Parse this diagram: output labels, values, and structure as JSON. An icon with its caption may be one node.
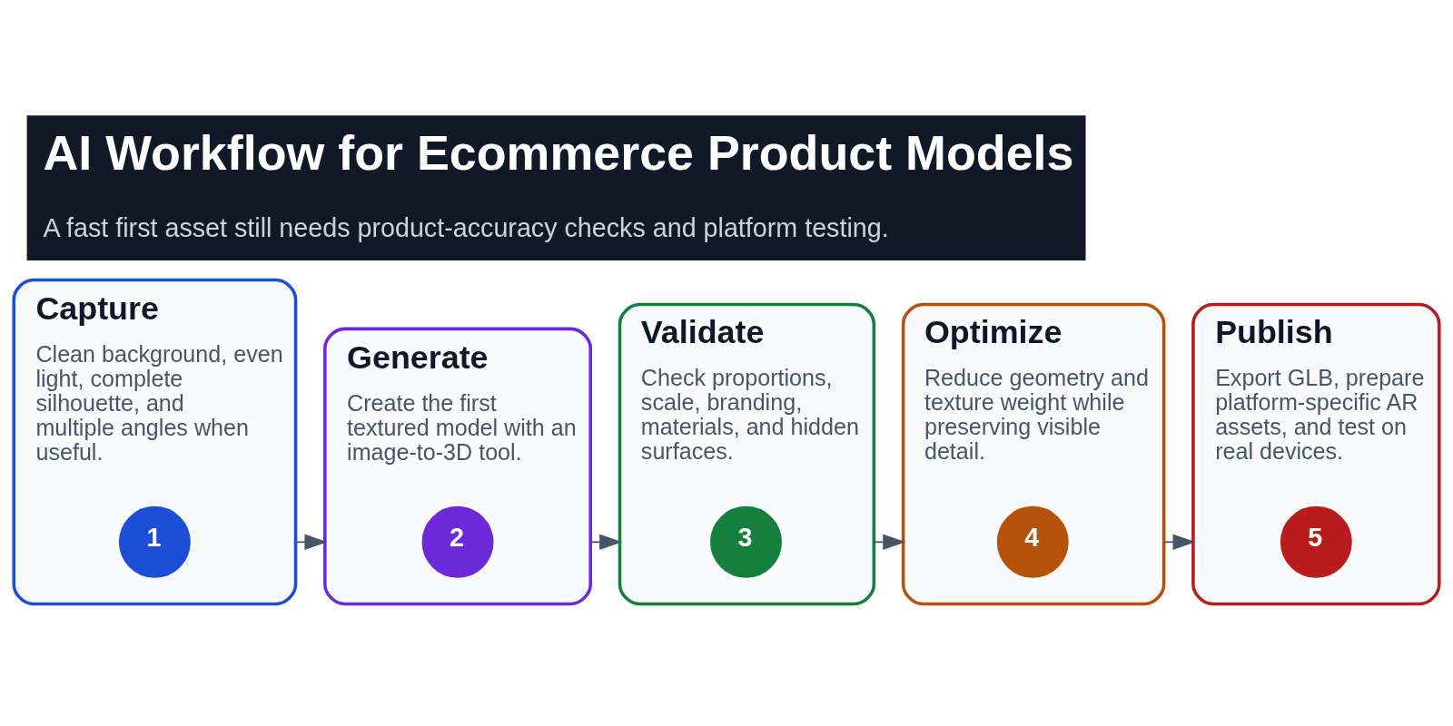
{
  "diagram": {
    "title": "AI Workflow for Ecommerce Product Models",
    "caption": "A fast first asset still needs product-accuracy checks and platform testing.",
    "nodes": [
      {
        "text": [
          "Capture",
          "Clean background, even light, complete silhouette, and multiple angles when useful."
        ]
      },
      {
        "text": [
          "1"
        ],
        "in": 0
      },
      {
        "text": [
          "Generate",
          "Create the first textured model with an image-to-3D tool."
        ]
      },
      {
        "text": [
          "2"
        ],
        "in": 2
      },
      {
        "text": [
          "Validate",
          "Check proportions, scale, branding, materials, and hidden surfaces."
        ]
      },
      {
        "text": [
          "3"
        ],
        "in": 4
      },
      {
        "text": [
          "Optimize",
          "Reduce geometry and texture weight while preserving visible detail."
        ]
      },
      {
        "text": [
          "4"
        ],
        "in": 6
      },
      {
        "text": [
          "Publish",
          "Export GLB, prepare platform-specific AR assets, and test on real devices."
        ]
      },
      {
        "text": [
          "5"
        ],
        "in": 8
      }
    ],
    "edges": [
      {
        "from": 0,
        "to": 2,
        "arrow": "to"
      },
      {
        "from": 2,
        "to": 4,
        "arrow": "to"
      },
      {
        "from": 4,
        "to": 6,
        "arrow": "to"
      },
      {
        "from": 6,
        "to": 8,
        "arrow": "to"
      }
    ]
  }
}
